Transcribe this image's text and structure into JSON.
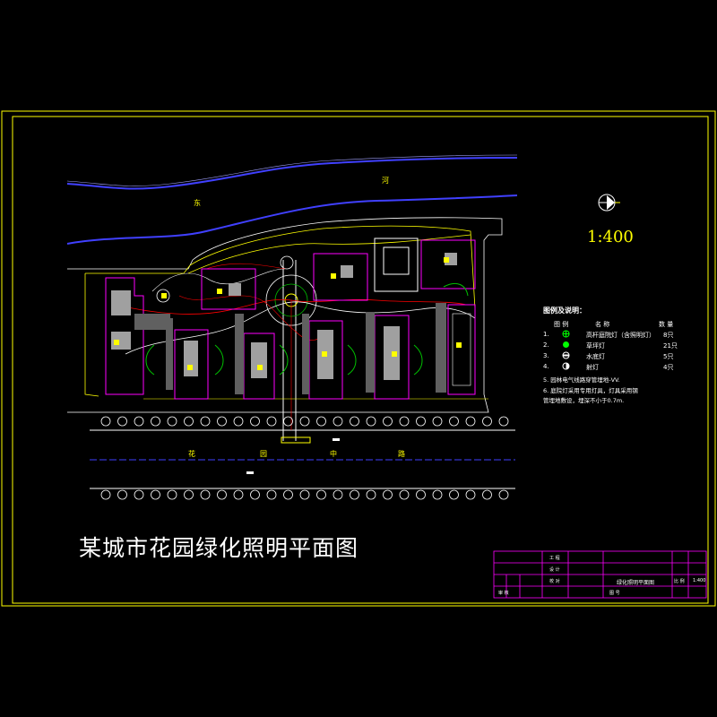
{
  "drawing": {
    "title": "某城市花园绿化照明平面图",
    "scale": "1:400",
    "river_label_left": "东",
    "river_label_right": "河",
    "road_labels": [
      "花",
      "园",
      "中",
      "路"
    ],
    "colors": {
      "frame": "#ffff00",
      "river": "#4040ff",
      "building": "#ff00ff",
      "lighting": "#ff0000",
      "path": "#ffffff",
      "tree": "#00c000"
    }
  },
  "legend": {
    "title": "图例及说明：",
    "headers": {
      "symbol": "图 例",
      "name": "名 称",
      "qty": "数 量"
    },
    "items": [
      {
        "no": "1.",
        "icon": "high-pole-lamp-icon",
        "name": "高杆庭院灯（含照明灯）",
        "qty": "8只"
      },
      {
        "no": "2.",
        "icon": "lawn-lamp-icon",
        "name": "草坪灯",
        "qty": "21只"
      },
      {
        "no": "3.",
        "icon": "fountain-light-icon",
        "name": "水底灯",
        "qty": "5只"
      },
      {
        "no": "4.",
        "icon": "spot-light-icon",
        "name": "射灯",
        "qty": "4只"
      }
    ],
    "notes": [
      "5.   园林电气线路穿管埋地-VV.",
      "6.   庭院灯采用专用灯具，灯具采用钢",
      "      管埋地敷设，埋深不小于0.7m."
    ]
  },
  "title_block": {
    "project": "绿化照明平面图",
    "labels": [
      "工 程",
      "设 计",
      "校 对",
      "审 核",
      "图 号",
      "比 例"
    ],
    "scale_value": "1:400"
  }
}
